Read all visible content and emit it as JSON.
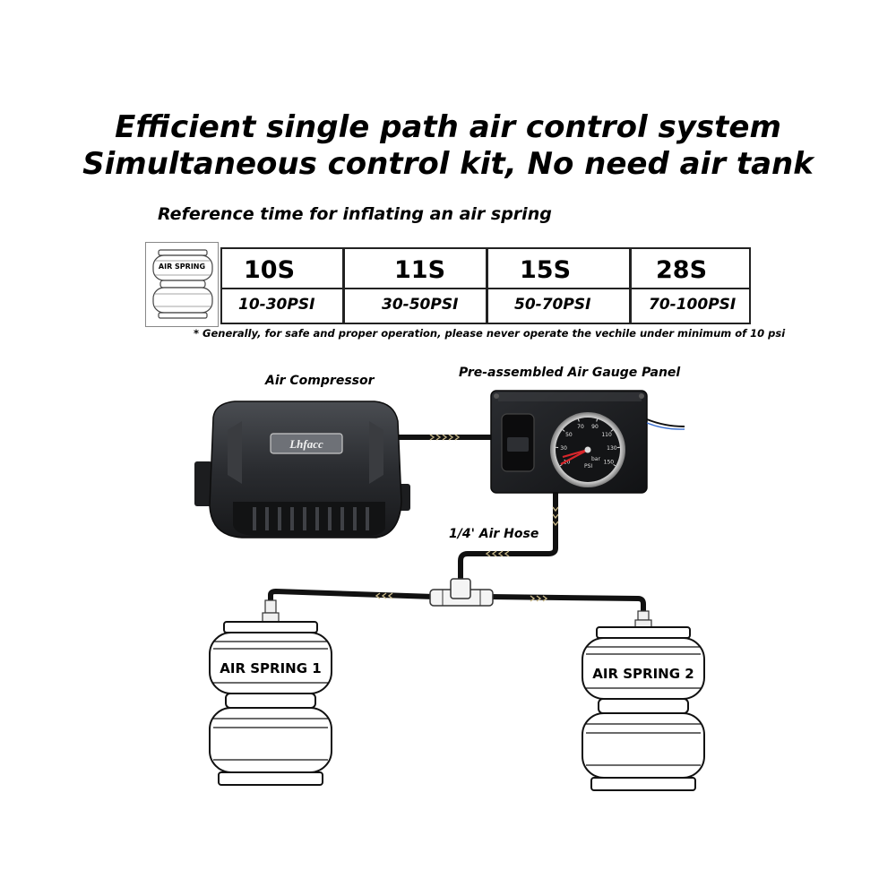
{
  "header": {
    "title_line1": "Efficient single path air control system",
    "title_line2": "Simultaneous control kit, No need air tank"
  },
  "reference": {
    "heading": "Reference time for inflating an air spring",
    "thumb_label": "AIR SPRING",
    "columns": [
      {
        "time": "10S",
        "psi": "10-30PSI"
      },
      {
        "time": "11S",
        "psi": "30-50PSI"
      },
      {
        "time": "15S",
        "psi": "50-70PSI"
      },
      {
        "time": "28S",
        "psi": "70-100PSI"
      }
    ],
    "note": "* Generally, for safe and proper operation, please never operate the vechile under minimum of 10 psi"
  },
  "diagram": {
    "compressor_label": "Air Compressor",
    "compressor_brand": "Lhfacc",
    "panel_label": "Pre-assembled Air Gauge Panel",
    "hose_label": "1/4' Air Hose",
    "gauge_unit_bar": "bar",
    "gauge_unit_psi": "PSI",
    "gauge_ticks": [
      "10",
      "30",
      "50",
      "70",
      "90",
      "110",
      "130",
      "150"
    ],
    "spring1_label": "AIR SPRING 1",
    "spring2_label": "AIR SPRING 2"
  },
  "colors": {
    "hose": "#111111",
    "arrow": "#c9b98a",
    "gauge_needle": "#d8262b",
    "panel": "#1d1f22"
  }
}
